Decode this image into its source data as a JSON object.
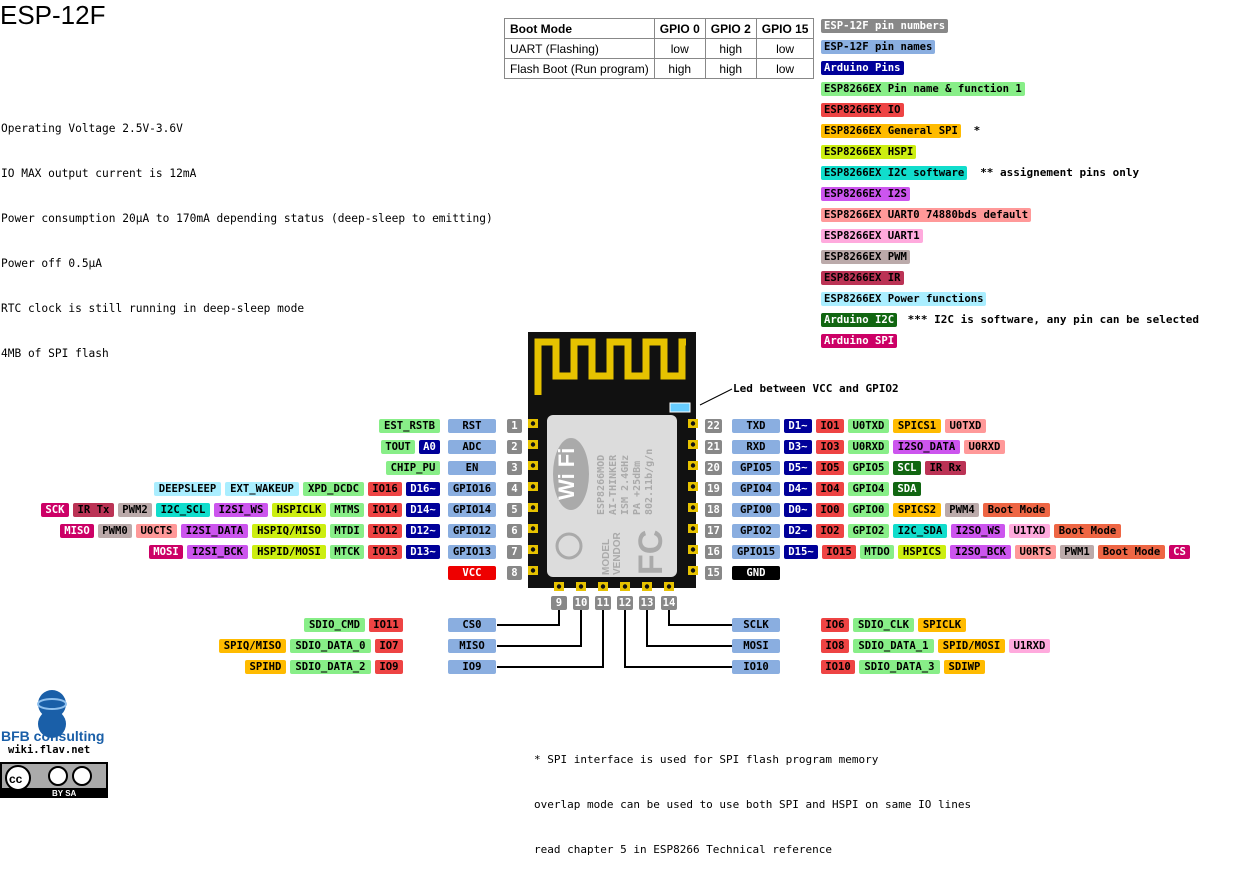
{
  "title": "ESP-12F",
  "specs": [
    "Operating Voltage 2.5V-3.6V",
    "IO MAX output current is 12mA",
    "Power consumption 20µA to 170mA depending status (deep-sleep to emitting)",
    "Power off 0.5µA",
    "RTC clock is still running in deep-sleep mode",
    "4MB of SPI flash"
  ],
  "boot_table": {
    "headers": [
      "Boot Mode",
      "GPIO 0",
      "GPIO 2",
      "GPIO 15"
    ],
    "rows": [
      [
        "UART (Flashing)",
        "low",
        "high",
        "low"
      ],
      [
        "Flash Boot (Run program)",
        "high",
        "high",
        "low"
      ]
    ]
  },
  "legend": [
    {
      "label": "ESP-12F pin numbers",
      "color": "#888888",
      "fg": "#ffffff",
      "note": ""
    },
    {
      "label": "ESP-12F pin names",
      "color": "#8aaee0",
      "fg": "#000000",
      "note": ""
    },
    {
      "label": "Arduino Pins",
      "color": "#000099",
      "fg": "#ffffff",
      "note": ""
    },
    {
      "label": "ESP8266EX Pin name & function 1",
      "color": "#88ee88",
      "fg": "#000000",
      "note": ""
    },
    {
      "label": "ESP8266EX IO",
      "color": "#ee4444",
      "fg": "#000000",
      "note": ""
    },
    {
      "label": "ESP8266EX General SPI",
      "color": "#ffbb00",
      "fg": "#000000",
      "note": "*"
    },
    {
      "label": "ESP8266EX HSPI",
      "color": "#ccee11",
      "fg": "#000000",
      "note": ""
    },
    {
      "label": "ESP8266EX I2C software",
      "color": "#11ddcc",
      "fg": "#000000",
      "note": "** assignement pins only"
    },
    {
      "label": "ESP8266EX I2S",
      "color": "#cc55ee",
      "fg": "#000000",
      "note": ""
    },
    {
      "label": "ESP8266EX UART0 74880bds default",
      "color": "#ff9999",
      "fg": "#000000",
      "note": ""
    },
    {
      "label": "ESP8266EX UART1",
      "color": "#ffaadd",
      "fg": "#000000",
      "note": ""
    },
    {
      "label": "ESP8266EX PWM",
      "color": "#bbaaaa",
      "fg": "#000000",
      "note": ""
    },
    {
      "label": "ESP8266EX IR",
      "color": "#bb3355",
      "fg": "#000000",
      "note": ""
    },
    {
      "label": "ESP8266EX Power functions",
      "color": "#aaeeff",
      "fg": "#000000",
      "note": ""
    },
    {
      "label": "Arduino I2C",
      "color": "#116611",
      "fg": "#ffffff",
      "note": "*** I2C is software, any pin can be selected"
    },
    {
      "label": "Arduino SPI",
      "color": "#cc0066",
      "fg": "#ffffff",
      "note": ""
    }
  ],
  "colors": {
    "pinnum": "#888888",
    "pinname": "#8aaee0",
    "arduino": "#000099",
    "func1": "#88ee88",
    "io": "#ee4444",
    "spi": "#ffbb00",
    "hspi": "#ccee11",
    "i2c": "#11ddcc",
    "i2s": "#cc55ee",
    "uart0": "#ff9999",
    "uart1": "#ffaadd",
    "pwm": "#bbaaaa",
    "ir": "#bb3355",
    "power": "#aaeeff",
    "ai2c": "#116611",
    "aspi": "#cc0066",
    "boot": "#ee6644",
    "vcc": "#ee0000",
    "gnd": "#000000"
  },
  "led_note": "Led between VCC and GPIO2",
  "left_pins": [
    {
      "num": "1",
      "name": "RST",
      "labels": [
        [
          "EST_RSTB",
          "func1"
        ]
      ]
    },
    {
      "num": "2",
      "name": "ADC",
      "labels": [
        [
          "TOUT",
          "func1"
        ],
        [
          "A0",
          "arduino"
        ]
      ]
    },
    {
      "num": "3",
      "name": "EN",
      "labels": [
        [
          "CHIP_PU",
          "func1"
        ]
      ]
    },
    {
      "num": "4",
      "name": "GPIO16",
      "labels": [
        [
          "DEEPSLEEP",
          "power"
        ],
        [
          "EXT_WAKEUP",
          "power"
        ],
        [
          "XPD_DCDC",
          "func1"
        ],
        [
          "IO16",
          "io"
        ],
        [
          "D16~",
          "arduino"
        ]
      ]
    },
    {
      "num": "5",
      "name": "GPIO14",
      "labels": [
        [
          "SCK",
          "aspi"
        ],
        [
          "IR Tx",
          "ir"
        ],
        [
          "PWM2",
          "pwm"
        ],
        [
          "I2C_SCL",
          "i2c"
        ],
        [
          "I2SI_WS",
          "i2s"
        ],
        [
          "HSPICLK",
          "hspi"
        ],
        [
          "MTMS",
          "func1"
        ],
        [
          "IO14",
          "io"
        ],
        [
          "D14~",
          "arduino"
        ]
      ]
    },
    {
      "num": "6",
      "name": "GPIO12",
      "labels": [
        [
          "MISO",
          "aspi"
        ],
        [
          "PWM0",
          "pwm"
        ],
        [
          "U0CTS",
          "uart0"
        ],
        [
          "I2SI_DATA",
          "i2s"
        ],
        [
          "HSPIQ/MISO",
          "hspi"
        ],
        [
          "MTDI",
          "func1"
        ],
        [
          "IO12",
          "io"
        ],
        [
          "D12~",
          "arduino"
        ]
      ]
    },
    {
      "num": "7",
      "name": "GPIO13",
      "labels": [
        [
          "MOSI",
          "aspi"
        ],
        [
          "I2SI_BCK",
          "i2s"
        ],
        [
          "HSPID/MOSI",
          "hspi"
        ],
        [
          "MTCK",
          "func1"
        ],
        [
          "IO13",
          "io"
        ],
        [
          "D13~",
          "arduino"
        ]
      ]
    },
    {
      "num": "8",
      "name": "VCC",
      "labels": []
    }
  ],
  "right_pins": [
    {
      "num": "22",
      "name": "TXD",
      "labels": [
        [
          "D1~",
          "arduino"
        ],
        [
          "IO1",
          "io"
        ],
        [
          "U0TXD",
          "func1"
        ],
        [
          "SPICS1",
          "spi"
        ],
        [
          "U0TXD",
          "uart0"
        ]
      ]
    },
    {
      "num": "21",
      "name": "RXD",
      "labels": [
        [
          "D3~",
          "arduino"
        ],
        [
          "IO3",
          "io"
        ],
        [
          "U0RXD",
          "func1"
        ],
        [
          "I2SO_DATA",
          "i2s"
        ],
        [
          "U0RXD",
          "uart0"
        ]
      ]
    },
    {
      "num": "20",
      "name": "GPIO5",
      "labels": [
        [
          "D5~",
          "arduino"
        ],
        [
          "IO5",
          "io"
        ],
        [
          "GPIO5",
          "func1"
        ],
        [
          "SCL",
          "ai2c"
        ],
        [
          "IR Rx",
          "ir"
        ]
      ]
    },
    {
      "num": "19",
      "name": "GPIO4",
      "labels": [
        [
          "D4~",
          "arduino"
        ],
        [
          "IO4",
          "io"
        ],
        [
          "GPIO4",
          "func1"
        ],
        [
          "SDA",
          "ai2c"
        ]
      ]
    },
    {
      "num": "18",
      "name": "GPIO0",
      "labels": [
        [
          "D0~",
          "arduino"
        ],
        [
          "IO0",
          "io"
        ],
        [
          "GPIO0",
          "func1"
        ],
        [
          "SPICS2",
          "spi"
        ],
        [
          "PWM4",
          "pwm"
        ],
        [
          "Boot Mode",
          "boot"
        ]
      ]
    },
    {
      "num": "17",
      "name": "GPIO2",
      "labels": [
        [
          "D2~",
          "arduino"
        ],
        [
          "IO2",
          "io"
        ],
        [
          "GPIO2",
          "func1"
        ],
        [
          "I2C_SDA",
          "i2c"
        ],
        [
          "I2SO_WS",
          "i2s"
        ],
        [
          "U1TXD",
          "uart1"
        ],
        [
          "Boot Mode",
          "boot"
        ]
      ]
    },
    {
      "num": "16",
      "name": "GPIO15",
      "labels": [
        [
          "D15~",
          "arduino"
        ],
        [
          "IO15",
          "io"
        ],
        [
          "MTDO",
          "func1"
        ],
        [
          "HSPICS",
          "hspi"
        ],
        [
          "I2SO_BCK",
          "i2s"
        ],
        [
          "U0RTS",
          "uart0"
        ],
        [
          "PWM1",
          "pwm"
        ],
        [
          "Boot Mode",
          "boot"
        ],
        [
          "CS",
          "aspi"
        ]
      ]
    },
    {
      "num": "15",
      "name": "GND",
      "labels": []
    }
  ],
  "bottom_pins": [
    "9",
    "10",
    "11",
    "12",
    "13",
    "14"
  ],
  "bottom_left": [
    {
      "name": "CS0",
      "labels": [
        [
          "SDIO_CMD",
          "func1"
        ],
        [
          "IO11",
          "io"
        ]
      ]
    },
    {
      "name": "MISO",
      "labels": [
        [
          "SPIQ/MISO",
          "spi"
        ],
        [
          "SDIO_DATA_0",
          "func1"
        ],
        [
          "IO7",
          "io"
        ]
      ]
    },
    {
      "name": "IO9",
      "labels": [
        [
          "SPIHD",
          "spi"
        ],
        [
          "SDIO_DATA_2",
          "func1"
        ],
        [
          "IO9",
          "io"
        ]
      ]
    }
  ],
  "bottom_right": [
    {
      "name": "SCLK",
      "labels": [
        [
          "IO6",
          "io"
        ],
        [
          "SDIO_CLK",
          "func1"
        ],
        [
          "SPICLK",
          "spi"
        ]
      ]
    },
    {
      "name": "MOSI",
      "labels": [
        [
          "IO8",
          "io"
        ],
        [
          "SDIO_DATA_1",
          "func1"
        ],
        [
          "SPID/MOSI",
          "spi"
        ],
        [
          "U1RXD",
          "uart1"
        ]
      ]
    },
    {
      "name": "IO10",
      "labels": [
        [
          "IO10",
          "io"
        ],
        [
          "SDIO_DATA_3",
          "func1"
        ],
        [
          "SDIWP",
          "spi"
        ]
      ]
    }
  ],
  "module": {
    "chip_lines": [
      "ESP8266MOD",
      "AI-THINKER",
      "ISM 2.4GHz",
      "PA +25dBm",
      "802.11b/g/n"
    ],
    "model": "MODEL",
    "vendor": "VENDOR",
    "wifi": "Wi Fi"
  },
  "footnote": [
    "* SPI interface is used for SPI flash program memory",
    "overlap mode can be used to use both SPI and HSPI on same IO lines",
    "read chapter 5 in ESP8266 Technical reference"
  ],
  "logo": {
    "name": "BFB consulting",
    "url": "wiki.flav.net",
    "cc": "BY  SA"
  }
}
